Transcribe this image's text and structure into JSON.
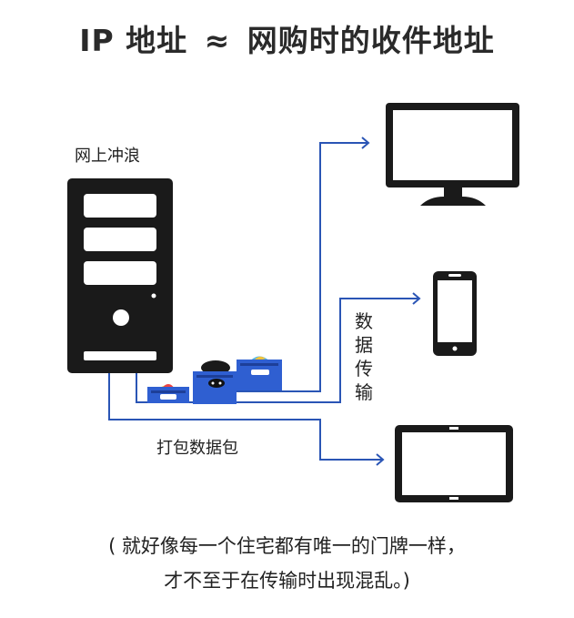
{
  "title": {
    "left": "IP 地址",
    "approx": "≈",
    "right": "网购时的收件地址"
  },
  "labels": {
    "server": "网上冲浪",
    "transfer": "数据传输",
    "packing": "打包数据包"
  },
  "caption": {
    "line1": "( 就好像每一个住宅都有唯一的门牌一样，",
    "line2": "才不至于在传输时出现混乱。)"
  },
  "colors": {
    "line": "#2a55b5",
    "device": "#1a1a1a",
    "box": "#2f5fd1"
  },
  "icons": [
    "server-icon",
    "monitor-icon",
    "phone-icon",
    "tablet-icon",
    "package-box-icon"
  ]
}
